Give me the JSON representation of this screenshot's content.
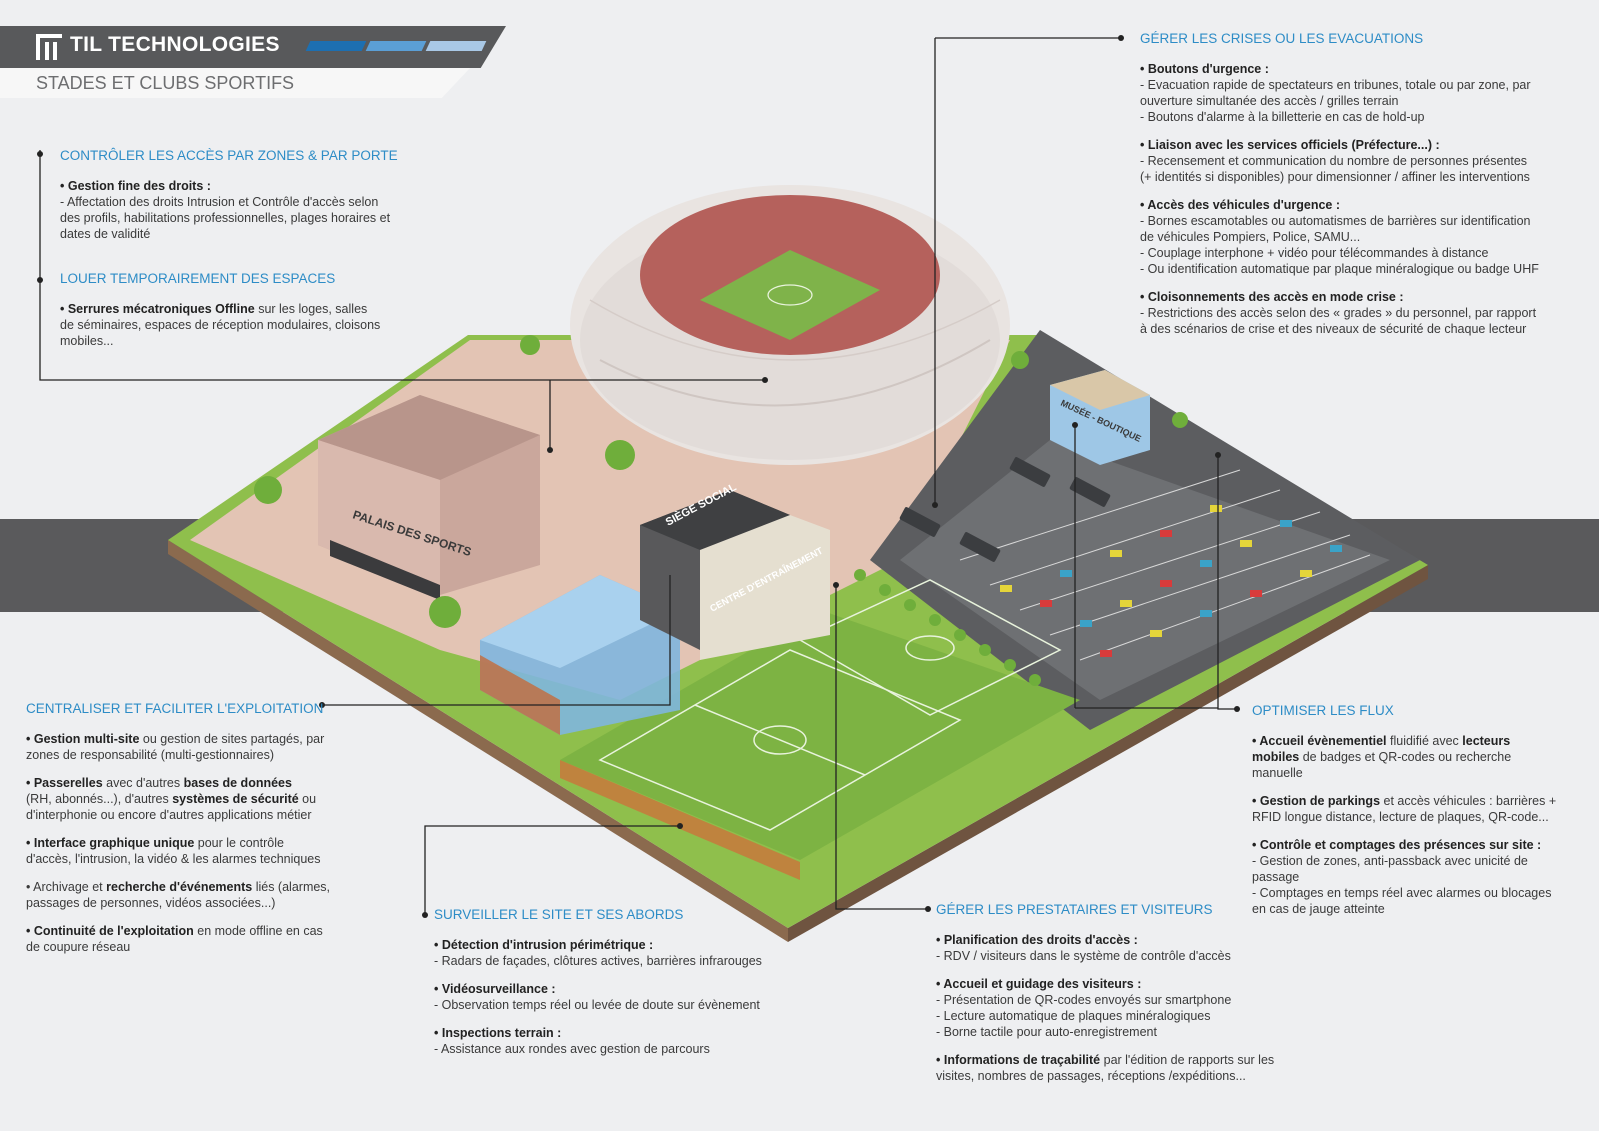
{
  "brand": {
    "name": "TIL TECHNOLOGIES",
    "subtitle": "STADES ET CLUBS SPORTIFS"
  },
  "colors": {
    "accent_blue": "#2d8cc6",
    "header_dark": "#58595b",
    "band": "#5a5a5c",
    "stripe1": "#1d6fb1",
    "stripe2": "#5b9fd6",
    "stripe3": "#a9c8e6"
  },
  "illustration": {
    "buildings": {
      "palais": "PALAIS DES SPORTS",
      "siege": "SIÈGE SOCIAL",
      "centre": "CENTRE D'ENTRAÎNEMENT",
      "musee": "MUSÉE - BOUTIQUE"
    }
  },
  "sections": {
    "acces": {
      "title": "CONTRÔLER LES ACCÈS PAR ZONES & PAR PORTE",
      "items": [
        {
          "bold": "• Gestion fine des droits :",
          "lines": [
            "- Affectation des droits Intrusion et Contrôle d'accès selon",
            "des profils, habilitations professionnelles, plages horaires et",
            "dates de validité"
          ]
        }
      ]
    },
    "louer": {
      "title": "LOUER TEMPORAIREMENT DES ESPACES",
      "b1": "• Serrures mécatroniques Offline",
      "t1": " sur les loges, salles",
      "l2": "de séminaires, espaces de réception modulaires, cloisons",
      "l3": "mobiles..."
    },
    "crises": {
      "title": "GÉRER LES CRISES OU LES EVACUATIONS",
      "items": [
        {
          "bold": "• Boutons d'urgence :",
          "lines": [
            "- Evacuation rapide de spectateurs en tribunes, totale ou par zone, par",
            "ouverture simultanée des accès / grilles terrain",
            "- Boutons d'alarme à la billetterie en cas de hold-up"
          ]
        },
        {
          "bold": "• Liaison avec les services officiels (Préfecture...) :",
          "lines": [
            "- Recensement et communication du nombre de personnes présentes",
            "(+ identités si disponibles) pour dimensionner / affiner les interventions"
          ]
        },
        {
          "bold": "• Accès des véhicules d'urgence :",
          "lines": [
            "- Bornes escamotables ou automatismes de barrières sur identification",
            "de véhicules Pompiers, Police, SAMU...",
            "- Couplage interphone + vidéo pour télécommandes à distance",
            "- Ou identification automatique par plaque minéralogique ou badge UHF"
          ]
        },
        {
          "bold": "• Cloisonnements des accès en mode crise :",
          "lines": [
            "- Restrictions des accès selon des « grades » du personnel, par rapport",
            "à des scénarios de crise et des niveaux de sécurité de chaque lecteur"
          ]
        }
      ]
    },
    "centraliser": {
      "title": "CENTRALISER ET FACILITER L'EXPLOITATION",
      "p1b": "• Gestion multi-site",
      "p1t": " ou gestion de sites partagés, par",
      "p1l2": "zones de responsabilité (multi-gestionnaires)",
      "p2b": "• Passerelles",
      "p2t": " avec d'autres ",
      "p2b2": "bases de données",
      "p2l2": "(RH, abonnés...), d'autres ",
      "p2b3": "systèmes de sécurité",
      "p2t3": " ou",
      "p2l3": "d'interphonie ou encore d'autres applications métier",
      "p3b": "• Interface graphique unique",
      "p3t": " pour le contrôle",
      "p3l2": "d'accès, l'intrusion, la vidéo & les alarmes techniques",
      "p4t": "• Archivage et ",
      "p4b": "recherche d'événements",
      "p4t2": " liés (alarmes,",
      "p4l2": "passages de personnes, vidéos associées...)",
      "p5b": "• Continuité de l'exploitation",
      "p5t": " en mode offline en cas",
      "p5l2": "de coupure réseau"
    },
    "surveiller": {
      "title": "SURVEILLER LE SITE ET SES ABORDS",
      "items": [
        {
          "bold": "• Détection d'intrusion périmétrique :",
          "lines": [
            "- Radars de façades, clôtures actives, barrières infrarouges"
          ]
        },
        {
          "bold": "• Vidéosurveillance :",
          "lines": [
            "- Observation temps réel ou levée de doute sur évènement"
          ]
        },
        {
          "bold": "• Inspections terrain :",
          "lines": [
            "- Assistance aux rondes avec gestion de parcours"
          ]
        }
      ]
    },
    "prestataires": {
      "title": "GÉRER LES PRESTATAIRES ET VISITEURS",
      "items": [
        {
          "bold": "• Planification des droits d'accès :",
          "lines": [
            "- RDV / visiteurs dans le système de contrôle d'accès"
          ]
        },
        {
          "bold": "• Accueil et guidage des visiteurs :",
          "lines": [
            "- Présentation de QR-codes envoyés sur smartphone",
            "- Lecture automatique de plaques minéralogiques",
            "- Borne tactile pour auto-enregistrement"
          ]
        }
      ],
      "p3b": "• Informations de traçabilité",
      "p3t": " par l'édition de rapports sur les",
      "p3l2": "visites, nombres de passages, réceptions /expéditions..."
    },
    "flux": {
      "title": "OPTIMISER LES FLUX",
      "p1b": "• Accueil évènementiel",
      "p1t": " fluidifié avec ",
      "p1b2": "lecteurs",
      "p1l2b": "mobiles",
      "p1l2t": " de badges et QR-codes ou recherche",
      "p1l3": "manuelle",
      "p2b": "• Gestion de parkings",
      "p2t": " et accès véhicules : barrières +",
      "p2l2": "RFID longue distance, lecture de plaques, QR-code...",
      "p3b": "• Contrôle et comptages des présences sur site :",
      "p3lines": [
        "- Gestion de zones, anti-passback avec unicité de",
        "passage",
        "- Comptages en temps réel avec alarmes ou blocages",
        "en cas de jauge atteinte"
      ]
    }
  }
}
